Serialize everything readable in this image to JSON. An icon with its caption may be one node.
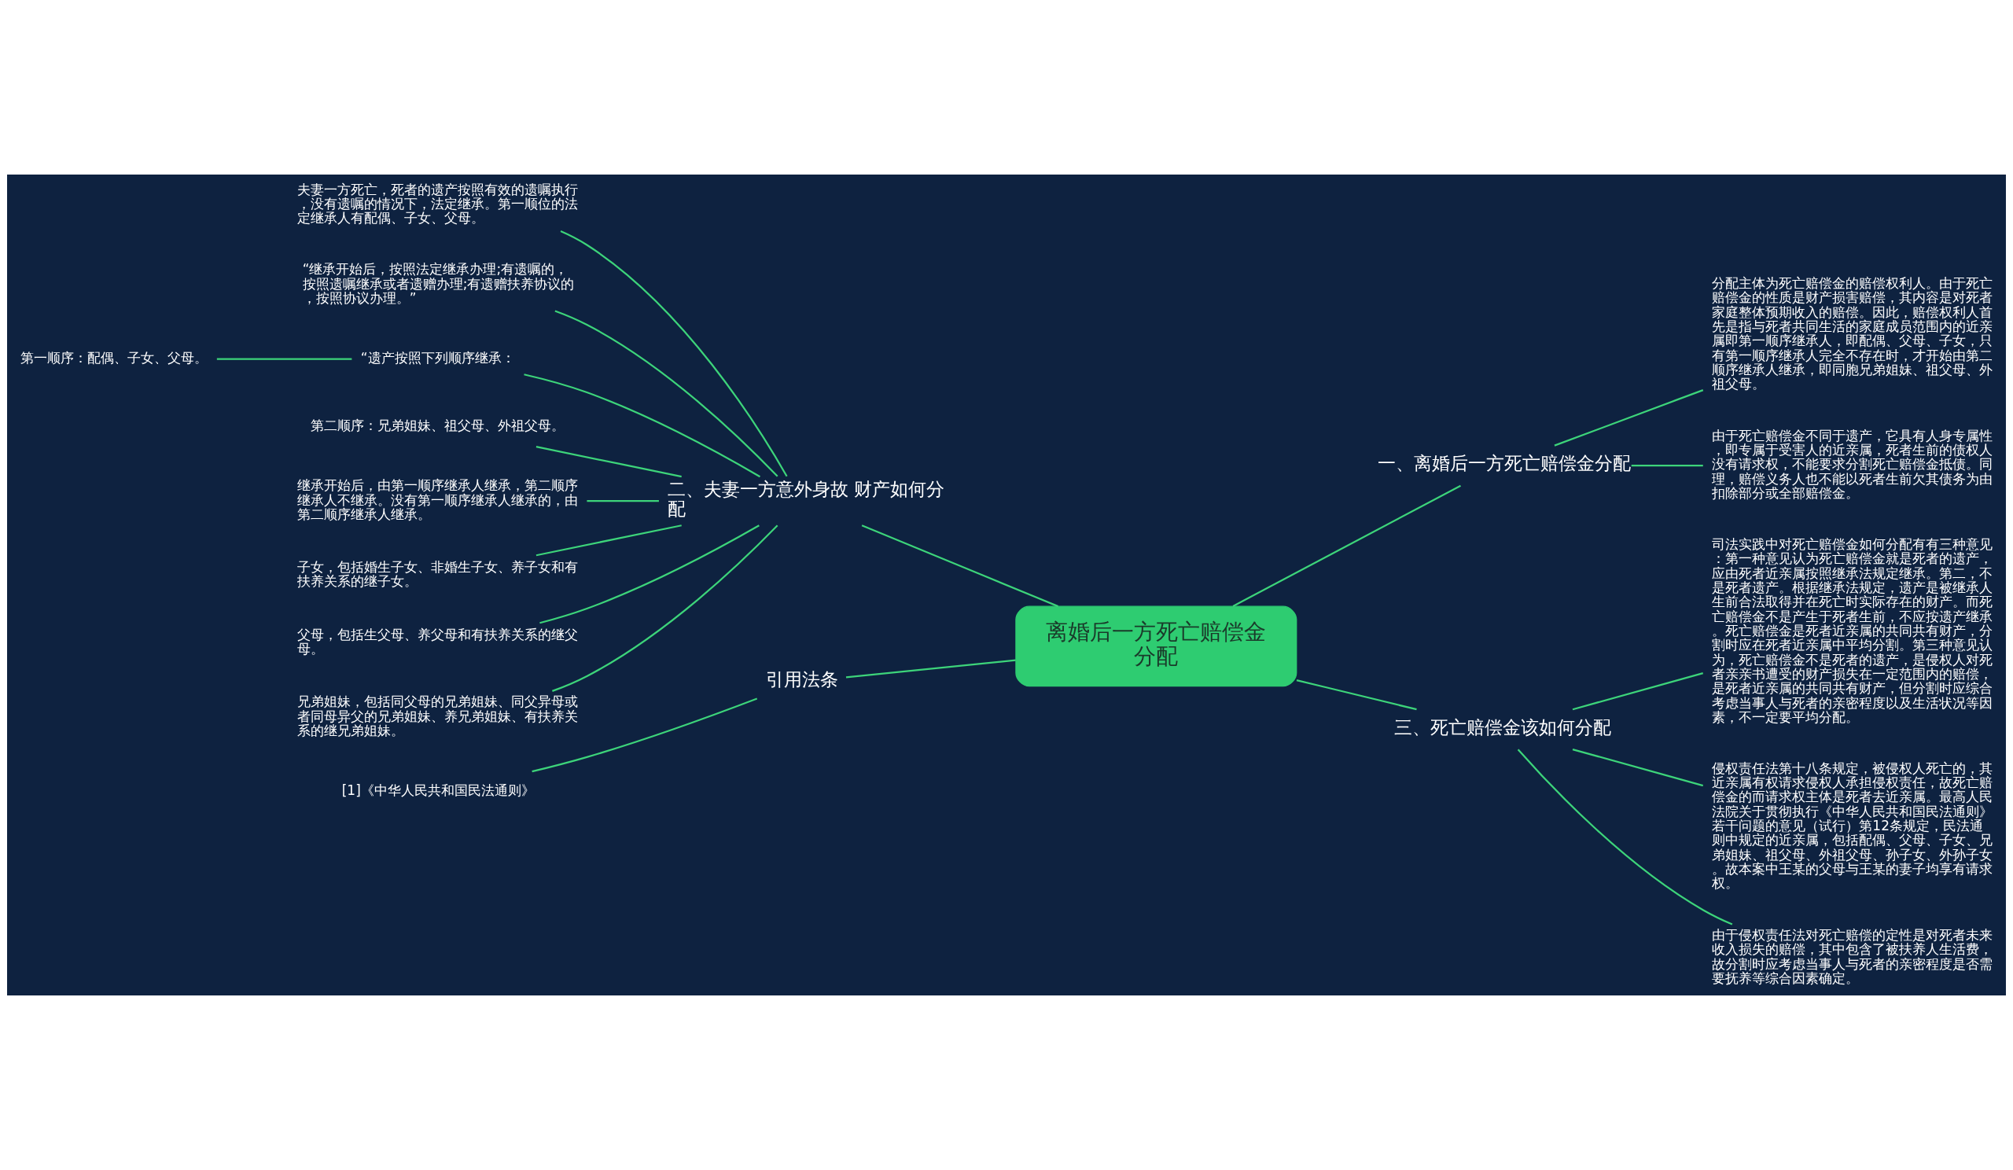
{
  "diagram": {
    "nodes": [
      {
        "text": [
          "离婚后一方死亡赔偿金分配"
        ]
      },
      {
        "text": [
          "一、离婚后一方死亡赔偿金分配"
        ]
      },
      {
        "text": [
          "分配主体为死亡赔偿金的赔偿权利人。由于死亡赔偿金的性质是财产损害赔偿，其内容是对死者家庭整体预期收入的赔偿。因此，赔偿权利人首先是指与死者共同生活的家庭成员范围内的近亲属即第一顺序继承人，即配偶、父母、子女，只有第一顺序继承人完全不存在时，才开始由第二顺序继承人继承，即同胞兄弟姐妹、祖父母、外祖父母。"
        ]
      },
      {
        "text": [
          "由于死亡赔偿金不同于遗产，它具有人身专属性，即专属于受害人的近亲属，死者生前的债权人没有请求权，不能要求分割死亡赔偿金抵债。同理，赔偿义务人也不能以死者生前欠其债务为由扣除部分或全部赔偿金。"
        ]
      },
      {
        "text": [
          "二、夫妻一方意外身故 财产如何分配"
        ]
      },
      {
        "text": [
          "夫妻一方死亡，死者的遗产按照有效的遗嘱执行，没有遗嘱的情况下，法定继承。第一顺位的法定继承人有配偶、子女、父母。"
        ]
      },
      {
        "text": [
          "“继承开始后，按照法定继承办理;有遗嘱的，按照遗嘱继承或者遗赠办理;有遗赠扶养协议的，按照协议办理。”"
        ]
      },
      {
        "text": [
          "“遗产按照下列顺序继承："
        ]
      },
      {
        "text": [
          "第一顺序：配偶、子女、父母。"
        ]
      },
      {
        "text": [
          "第二顺序：兄弟姐妹、祖父母、外祖父母。"
        ]
      },
      {
        "text": [
          "继承开始后，由第一顺序继承人继承，第二顺序继承人不继承。没有第一顺序继承人继承的，由第二顺序继承人继承。"
        ]
      },
      {
        "text": [
          "子女，包括婚生子女、非婚生子女、养子女和有扶养关系的继子女。"
        ]
      },
      {
        "text": [
          "父母，包括生父母、养父母和有扶养关系的继父母。"
        ]
      },
      {
        "text": [
          "兄弟姐妹，包括同父母的兄弟姐妹、同父异母或者同母异父的兄弟姐妹、养兄弟姐妹、有扶养关系的继兄弟姐妹。"
        ]
      },
      {
        "text": [
          "三、死亡赔偿金该如何分配"
        ]
      },
      {
        "text": [
          "司法实践中对死亡赔偿金如何分配有有三种意见：第一种意见认为死亡赔偿金就是死者的遗产，应由死者近亲属按照继承法规定继承。第二，不是死者遗产。根据继承法规定，遗产是被继承人生前合法取得并在死亡时实际存在的财产。而死亡赔偿金不是产生于死者生前，不应按遗产继承。死亡赔偿金是死者近亲属的共同共有财产，分割时应在死者近亲属中平均分割。第三种意见认为，死亡赔偿金不是死者的遗产，是侵权人对死者亲亲书遭受的财产损失在一定范围内的赔偿，是死者近亲属的共同共有财产，但分割时应综合考虑当事人与死者的亲密程度以及生活状况等因素，不一定要平均分配。"
        ]
      },
      {
        "text": [
          "侵权责任法第十八条规定，被侵权人死亡的，其近亲属有权请求侵权人承担侵权责任，故死亡赔偿金的而请求权主体是死者去近亲属。最高人民法院关于贯彻执行《中华人民共和国民法通则》若干问题的意见（试行）第12条规定，民法通则中规定的近亲属，包括配偶、父母、子女、兄弟姐妹、祖父母、外祖父母、孙子女、外孙子女。故本案中王某的父母与王某的妻子均享有请求权。"
        ]
      },
      {
        "text": [
          "由于侵权责任法对死亡赔偿的定性是对死者未来收入损失的赔偿，其中包含了被扶养人生活费，故分割时应考虑当事人与死者的亲密程度是否需要抚养等综合因素确定。"
        ]
      },
      {
        "text": [
          "引用法条"
        ]
      },
      {
        "text": [
          "[1]《中华人民共和国民法通则》"
        ]
      }
    ],
    "edges": [
      {
        "from": 0,
        "to": 1,
        "arrow": "none"
      },
      {
        "from": 1,
        "to": 2,
        "arrow": "none"
      },
      {
        "from": 1,
        "to": 3,
        "arrow": "none"
      },
      {
        "from": 0,
        "to": 4,
        "arrow": "none"
      },
      {
        "from": 4,
        "to": 5,
        "arrow": "none"
      },
      {
        "from": 4,
        "to": 6,
        "arrow": "none"
      },
      {
        "from": 4,
        "to": 7,
        "arrow": "none"
      },
      {
        "from": 7,
        "to": 8,
        "arrow": "none"
      },
      {
        "from": 4,
        "to": 9,
        "arrow": "none"
      },
      {
        "from": 4,
        "to": 10,
        "arrow": "none"
      },
      {
        "from": 4,
        "to": 11,
        "arrow": "none"
      },
      {
        "from": 4,
        "to": 12,
        "arrow": "none"
      },
      {
        "from": 4,
        "to": 13,
        "arrow": "none"
      },
      {
        "from": 0,
        "to": 14,
        "arrow": "none"
      },
      {
        "from": 14,
        "to": 15,
        "arrow": "none"
      },
      {
        "from": 14,
        "to": 16,
        "arrow": "none"
      },
      {
        "from": 14,
        "to": 17,
        "arrow": "none"
      },
      {
        "from": 0,
        "to": 18,
        "arrow": "none"
      },
      {
        "from": 18,
        "to": 19,
        "arrow": "none"
      }
    ]
  }
}
